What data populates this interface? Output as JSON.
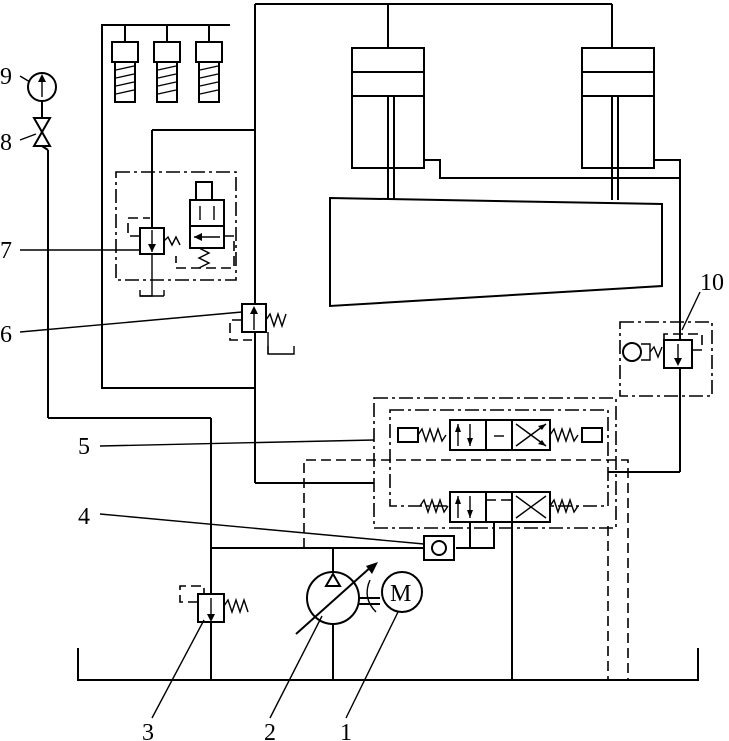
{
  "labels": {
    "l1": "1",
    "l2": "2",
    "l3": "3",
    "l4": "4",
    "l5": "5",
    "l6": "6",
    "l7": "7",
    "l8": "8",
    "l9": "9",
    "l10": "10",
    "motor": "M"
  }
}
